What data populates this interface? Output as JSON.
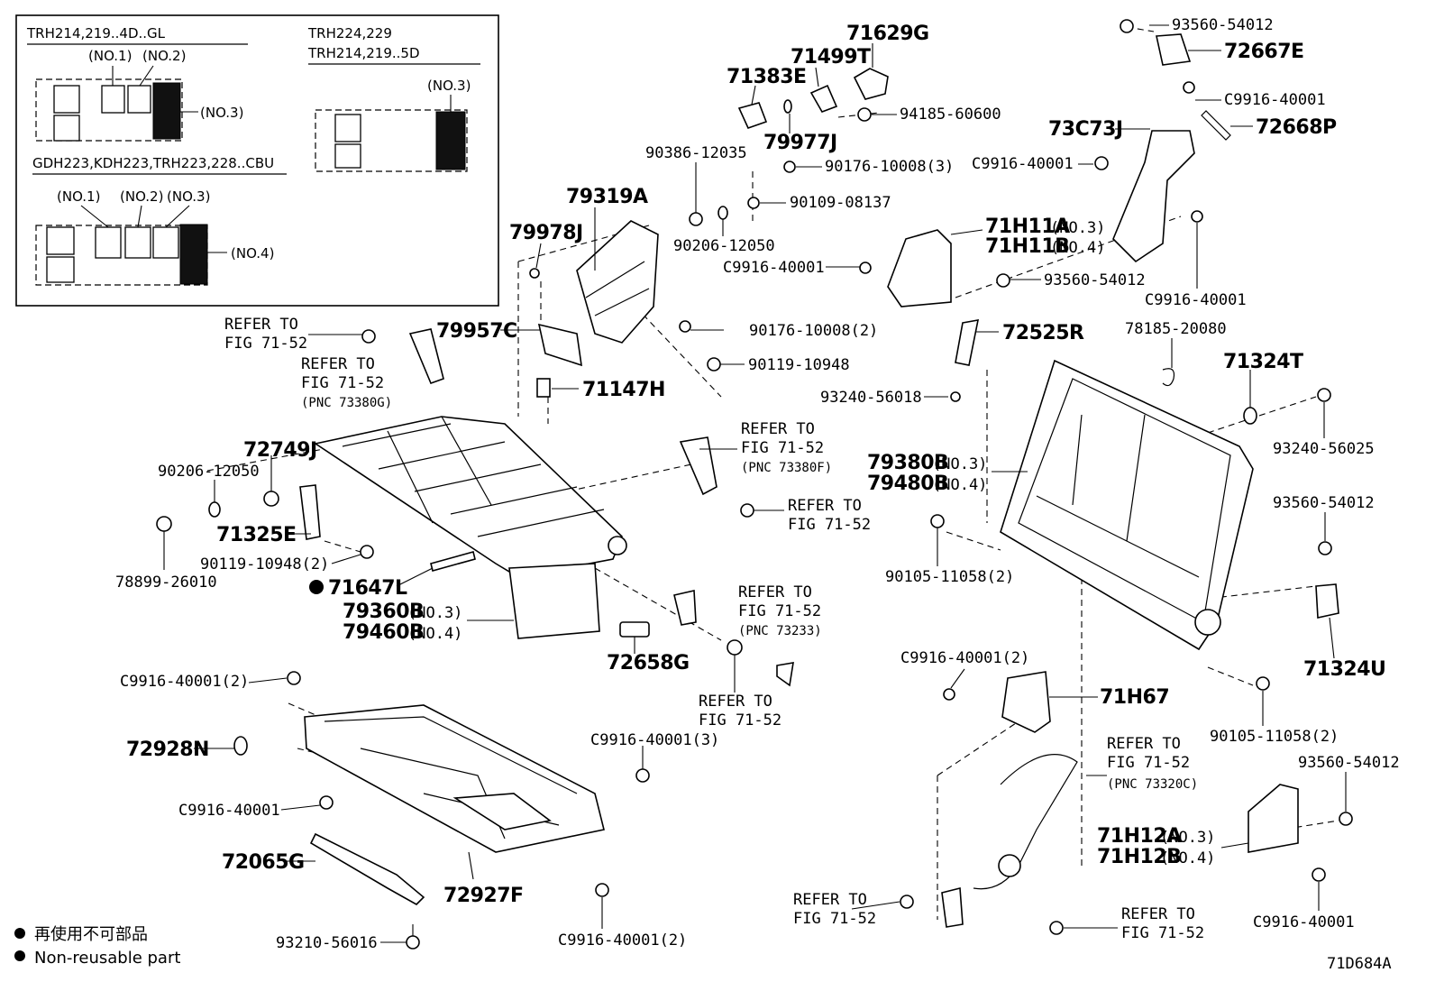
{
  "inset": {
    "variant_a": "TRH214,219..4D..GL",
    "variant_b_line1": "TRH224,229",
    "variant_b_line2": "TRH214,219..5D",
    "variant_c": "GDH223,KDH223,TRH223,228..CBU",
    "no1": "(NO.1)",
    "no2": "(NO.2)",
    "no3": "(NO.3)",
    "no4": "(NO.4)"
  },
  "labels": {
    "p93560_54012_top": "93560-54012",
    "p72667E": "72667E",
    "p71629G": "71629G",
    "p71499T": "71499T",
    "p71383E": "71383E",
    "p94185_60600": "94185-60600",
    "p79977J": "79977J",
    "pC9916_40001_a": "C9916-40001",
    "p73C73J": "73C73J",
    "p72668P": "72668P",
    "pC9916_40001_b": "C9916-40001",
    "p90386_12035": "90386-12035",
    "p90176_10008_3": "90176-10008(3)",
    "p79319A": "79319A",
    "p90109_08137": "90109-08137",
    "p79978J": "79978J",
    "p90206_12050_top": "90206-12050",
    "p71H11A": "71H11A",
    "p71H11A_no": "(NO.3)",
    "p71H11B": "71H11B",
    "p71H11B_no": "(NO.4)",
    "pC9916_40001_c": "C9916-40001",
    "p93560_54012_mid": "93560-54012",
    "pC9916_40001_d": "C9916-40001",
    "refer_to": "REFER TO",
    "fig_71_52": "FIG 71-52",
    "pnc_73380G": "(PNC 73380G)",
    "pnc_73380F": "(PNC 73380F)",
    "pnc_73233": "(PNC 73233)",
    "pnc_73320C": "(PNC 73320C)",
    "p79957C": "79957C",
    "p90176_10008_2": "90176-10008(2)",
    "p90119_10948": "90119-10948",
    "p71147H": "71147H",
    "p72525R": "72525R",
    "p78185_20080": "78185-20080",
    "p93240_56018": "93240-56018",
    "p71324T": "71324T",
    "p93240_56025": "93240-56025",
    "p72749J": "72749J",
    "p90206_12050_left": "90206-12050",
    "p79380B": "79380B",
    "p79380B_no": "(NO.3)",
    "p79480B": "79480B",
    "p79480B_no": "(NO.4)",
    "p93560_54012_right": "93560-54012",
    "p71325E": "71325E",
    "p78899_26010": "78899-26010",
    "p90119_10948_2": "90119-10948(2)",
    "p71647L": "71647L",
    "p79360B": "79360B",
    "p79360B_no": "(NO.3)",
    "p79460B": "79460B",
    "p79460B_no": "(NO.4)",
    "p90105_11058_2a": "90105-11058(2)",
    "p71324U": "71324U",
    "p72658G": "72658G",
    "pC9916_40001_2a": "C9916-40001(2)",
    "pC9916_40001_2b": "C9916-40001(2)",
    "p71H67": "71H67",
    "p90105_11058_2b": "90105-11058(2)",
    "p72928N": "72928N",
    "pC9916_40001_3": "C9916-40001(3)",
    "pC9916_40001_e": "C9916-40001",
    "p93560_54012_bot": "93560-54012",
    "p71H12A": "71H12A",
    "p71H12A_no": "(NO.3)",
    "p71H12B": "71H12B",
    "p71H12B_no": "(NO.4)",
    "p72065G": "72065G",
    "p72927F": "72927F",
    "pC9916_40001_f": "C9916-40001",
    "p93210_56016": "93210-56016",
    "pC9916_40001_2c": "C9916-40001(2)"
  },
  "legend": {
    "jp": "再使用不可部品",
    "en": "Non-reusable part"
  },
  "diagram_code": "71D684A"
}
